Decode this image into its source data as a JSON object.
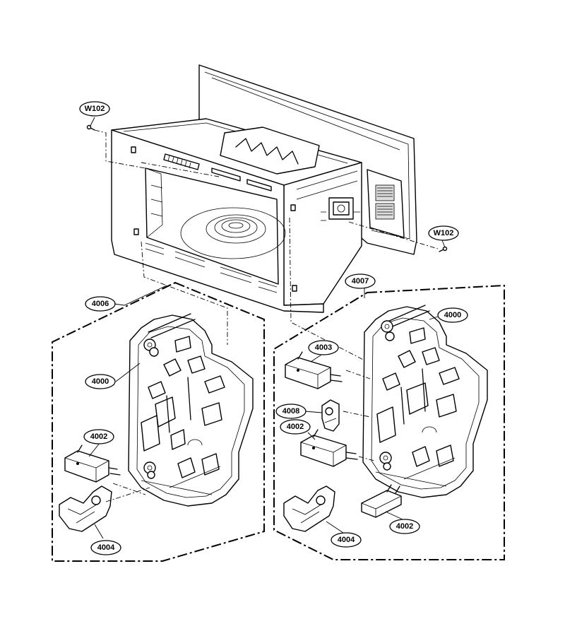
{
  "callouts": [
    {
      "id": "w102-left",
      "label": "W102"
    },
    {
      "id": "w102-right",
      "label": "W102"
    },
    {
      "id": "4006",
      "label": "4006"
    },
    {
      "id": "4007",
      "label": "4007"
    },
    {
      "id": "4000-left",
      "label": "4000"
    },
    {
      "id": "4000-right",
      "label": "4000"
    },
    {
      "id": "4002-left",
      "label": "4002"
    },
    {
      "id": "4003",
      "label": "4003"
    },
    {
      "id": "4008",
      "label": "4008"
    },
    {
      "id": "4002-right-upper",
      "label": "4002"
    },
    {
      "id": "4002-right-lower",
      "label": "4002"
    },
    {
      "id": "4004-left",
      "label": "4004"
    },
    {
      "id": "4004-right",
      "label": "4004"
    }
  ]
}
